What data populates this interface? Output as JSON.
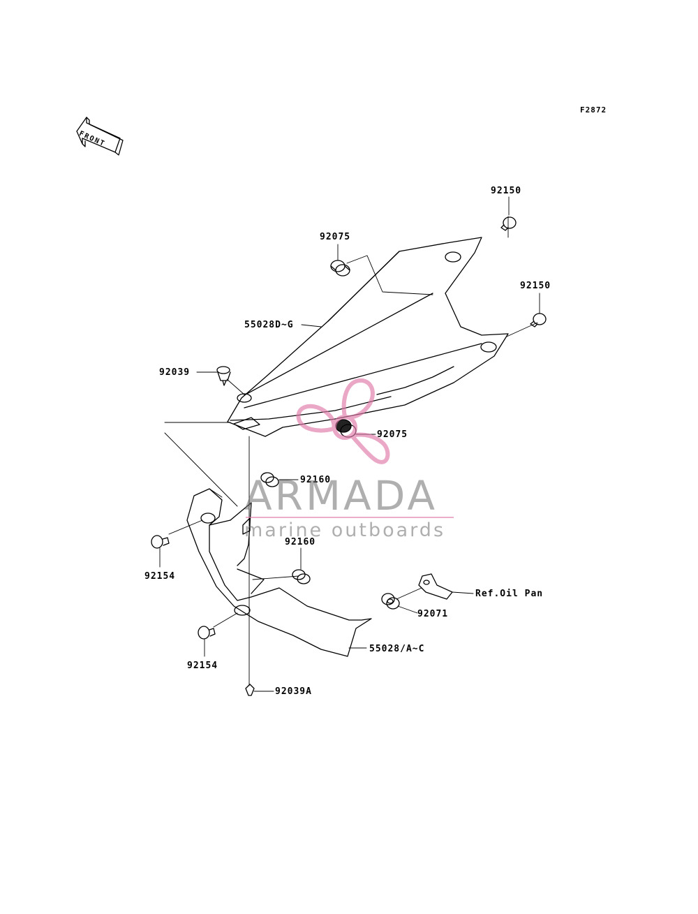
{
  "figure_id": "F2872",
  "front_arrow_text": "FRONT",
  "callouts": {
    "c1": "92150",
    "c2": "92075",
    "c3": "92150",
    "c4": "55028D~G",
    "c5": "92039",
    "c6": "92075",
    "c7": "92160",
    "c8": "92154",
    "c9": "92160",
    "c10": "Ref.Oil Pan",
    "c11": "92071",
    "c12": "92154",
    "c13": "55028/A~C",
    "c14": "92039A"
  },
  "watermark": {
    "name": "ARMADA",
    "tagline": "marine outboards",
    "accent_color": "#e07aa8",
    "text_color": "#6e6e6e"
  }
}
